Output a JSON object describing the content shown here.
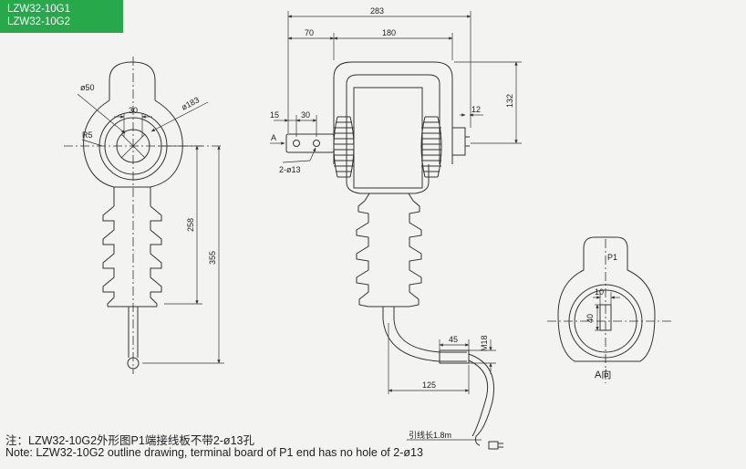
{
  "badge": {
    "line1": "LZW32-10G1",
    "line2": "LZW32-10G2"
  },
  "front_view": {
    "dim_phi50": "ø50",
    "dim_30": "30",
    "dim_phi183": "ø183",
    "dim_r5": "R5",
    "dim_258": "258",
    "dim_355": "355"
  },
  "side_view": {
    "dim_283": "283",
    "dim_70": "70",
    "dim_180": "180",
    "dim_15": "15",
    "dim_30": "30",
    "dim_12": "12",
    "dim_132": "132",
    "label_a": "A",
    "dim_holes": "2-ø13",
    "dim_45": "45",
    "dim_m18": "M18",
    "dim_125": "125",
    "lead_length": "引线长1.8m"
  },
  "a_view": {
    "label_p1": "P1",
    "dim_10": "10",
    "dim_40": "40",
    "title": "A向"
  },
  "notes": {
    "zh": "注：LZW32-10G2外形图P1端接线板不带2-ø13孔",
    "en": "Note: LZW32-10G2 outline drawing, terminal board of P1 end has no hole of 2-ø13"
  }
}
